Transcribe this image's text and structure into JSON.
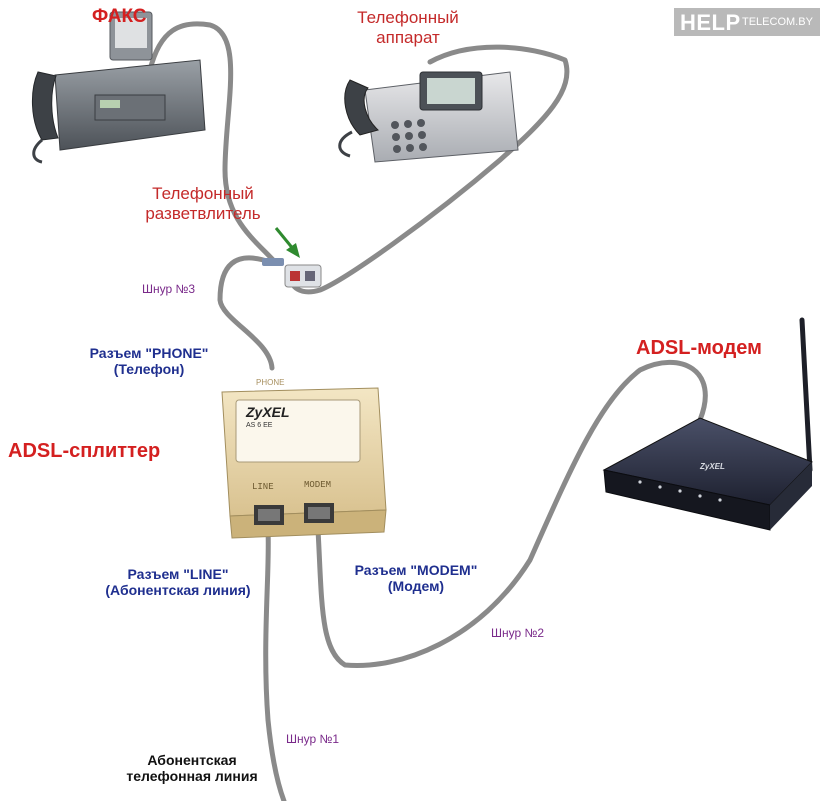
{
  "watermark": {
    "brand": "HELP",
    "domain": "TELECOM.BY"
  },
  "devices": {
    "fax": "ФАКС",
    "phone_line1": "Телефонный",
    "phone_line2": "аппарат",
    "splitter_tel_line1": "Телефонный",
    "splitter_tel_line2": "разветвлитель",
    "adsl_splitter": "ADSL-сплиттер",
    "adsl_modem": "ADSL-модем"
  },
  "connectors": {
    "phone_line1": "Разъем \"PHONE\"",
    "phone_line2": "(Телефон)",
    "line_line1": "Разъем \"LINE\"",
    "line_line2": "(Абонентская линия)",
    "modem_line1": "Разъем \"MODEM\"",
    "modem_line2": "(Модем)",
    "subscriber_line1": "Абонентская",
    "subscriber_line2": "телефонная линия"
  },
  "cords": {
    "cord1": "Шнур №1",
    "cord2": "Шнур №2",
    "cord3": "Шнур №3"
  },
  "splitter_box": {
    "brand": "ZyXEL",
    "model": "AS 6 EE",
    "port_phone": "PHONE",
    "port_line": "LINE",
    "port_modem": "MODEM"
  },
  "modem_box": {
    "brand": "ZyXEL"
  },
  "colors": {
    "device_label": "#d42020",
    "connector_label": "#1f2f8f",
    "cord_label": "#7a2a8a",
    "cable": "#8a8a8a"
  }
}
